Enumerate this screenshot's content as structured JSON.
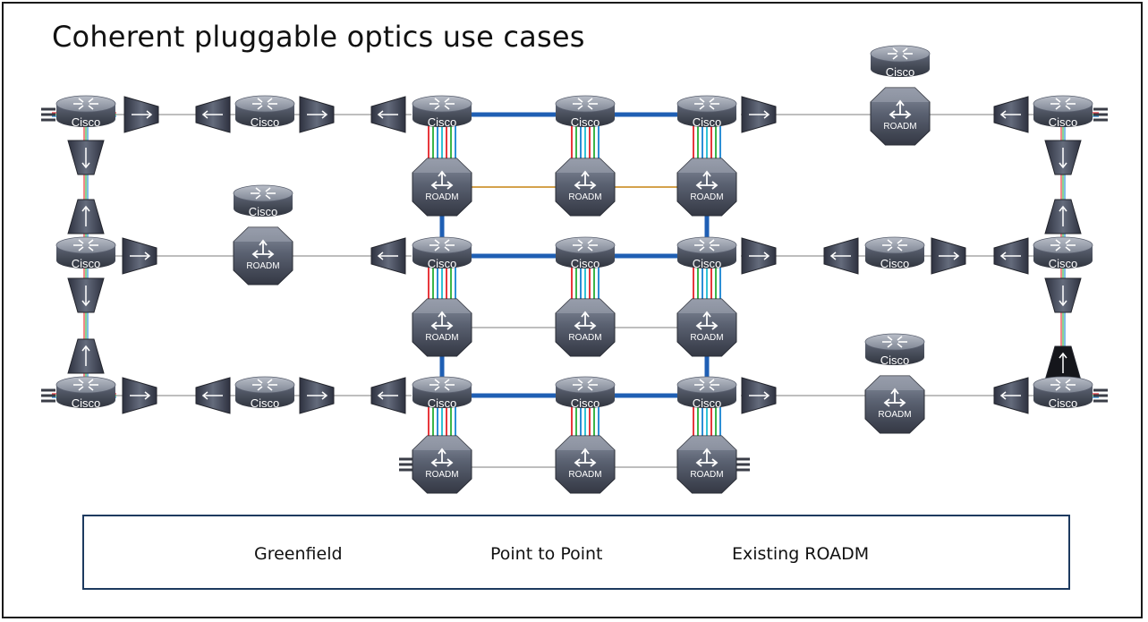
{
  "title": "Coherent pluggable optics use cases",
  "legend": [
    "Greenfield",
    "Point to Point",
    "Existing ROADM"
  ],
  "router_label": "Cisco",
  "roadm_label": "ROADM",
  "colors": {
    "trunk": "#1f5fb4",
    "link": "#a9a9a9",
    "amber": "#d4a24c",
    "device_dark": "#3b3f4c",
    "device_mid": "#5b6272",
    "device_top": "#9aa1ae",
    "wavelengths": [
      "#e8383d",
      "#3cb64a",
      "#2c8fd6",
      "#33c3d6"
    ]
  }
}
